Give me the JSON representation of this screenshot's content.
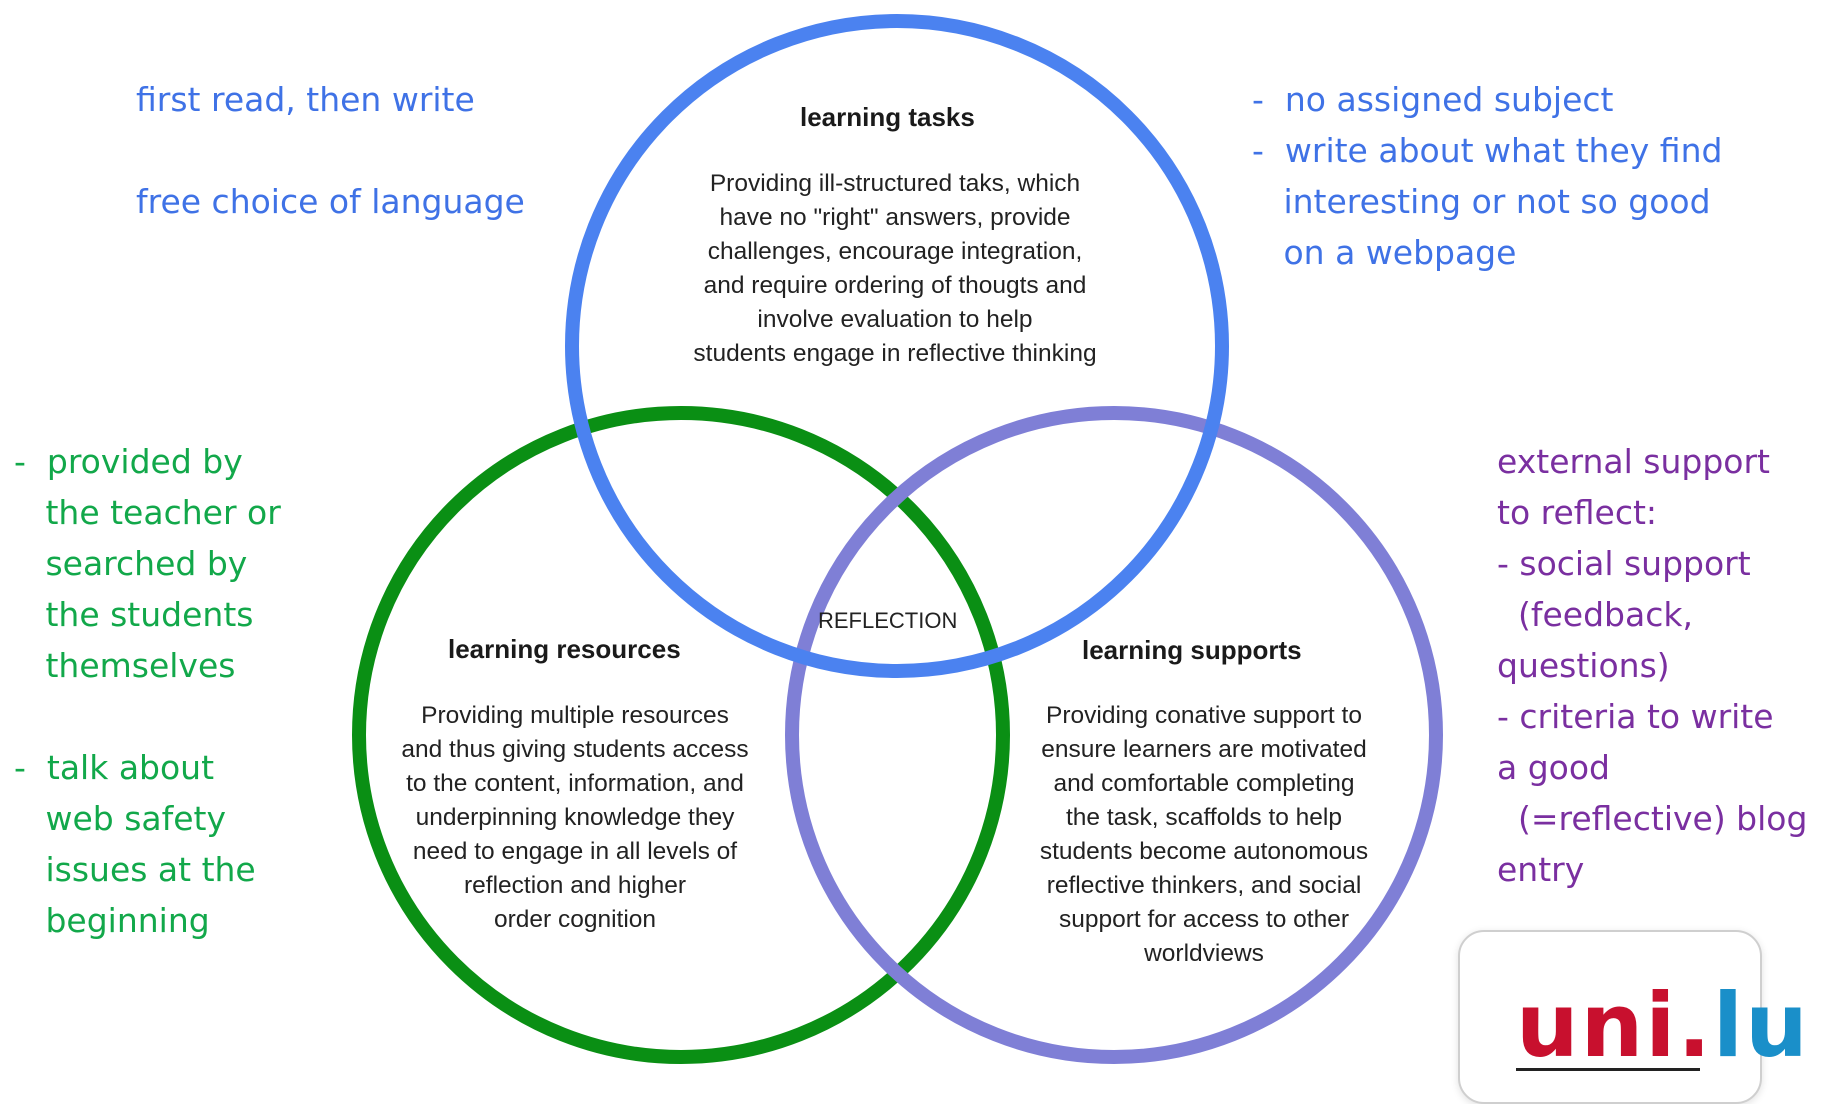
{
  "colors": {
    "tasks_circle": "#4b82f0",
    "resources_circle": "#0a8f14",
    "supports_circle": "#7f7fd6",
    "blue_notes": "#3f72e6",
    "green_notes": "#12a84a",
    "purple_notes": "#7a2fa0",
    "logo_red": "#c8102e",
    "logo_blue": "#1a8fc9"
  },
  "circles": {
    "tasks": {
      "title": "learning tasks",
      "body": "Providing ill-structured taks, which\nhave no \"right\" answers, provide\nchallenges, encourage integration,\nand require ordering of thougts and\ninvolve evaluation to help\nstudents engage in reflective thinking"
    },
    "resources": {
      "title": "learning resources",
      "body": "Providing multiple resources\nand thus giving students access\nto the content, information, and\nunderpinning knowledge they\nneed to engage in all levels of\nreflection and higher\norder cognition"
    },
    "supports": {
      "title": "learning supports",
      "body": "Providing conative support to\nensure learners are motivated\nand comfortable completing\nthe task, scaffolds to help\nstudents become autonomous\nreflective thinkers, and social\nsupport for access to other\nworldviews"
    },
    "center": "REFLECTION"
  },
  "notes": {
    "top_left": "first read, then write\n\nfree choice of language",
    "top_right": "-  no assigned subject\n-  write about what they find\n   interesting or not so good\n   on a webpage",
    "left": "-  provided by\n   the teacher or\n   searched by\n   the students\n   themselves\n\n-  talk about\n   web safety\n   issues at the\n   beginning",
    "right": "external support\nto reflect:\n- social support\n  (feedback,\nquestions)\n- criteria to write\na good\n  (=reflective) blog\nentry"
  },
  "logo": {
    "uni": "uni",
    "dot": ".",
    "lu": "lu"
  }
}
